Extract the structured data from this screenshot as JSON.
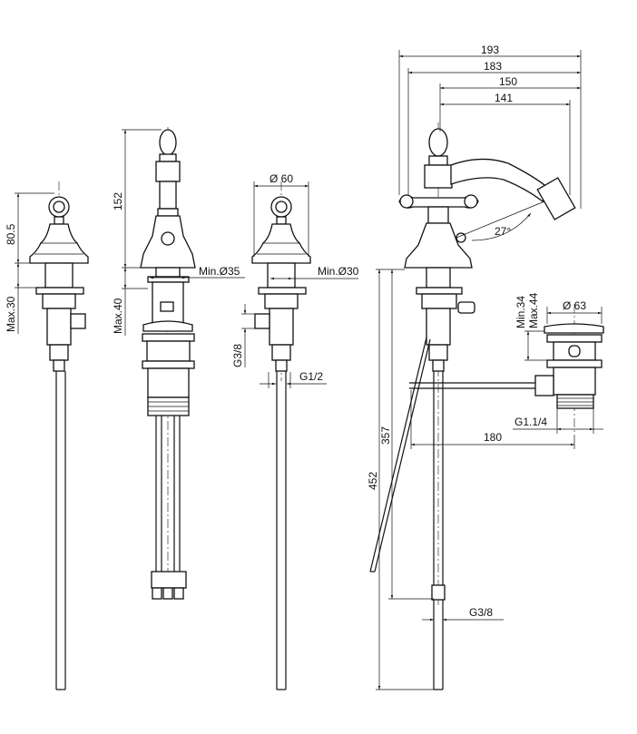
{
  "dimensions": {
    "v1_height": "80.5",
    "v1_max": "Max.30",
    "v2_height": "152",
    "v2_max": "Max.40",
    "v2_min_hole": "Min.Ø35",
    "v3_diameter": "Ø 60",
    "v3_min_hole": "Min.Ø30",
    "v3_inlet": "G3/8",
    "v3_outlet": "G1/2",
    "w193": "193",
    "w183": "183",
    "w150": "150",
    "w141": "141",
    "angle": "27°",
    "popup_min": "Min.34",
    "popup_max": "Max.44",
    "popup_diameter": "Ø 63",
    "popup_thread": "G1.1/4",
    "rod_length": "180",
    "h357": "357",
    "h452": "452",
    "bottom_thread": "G3/8"
  }
}
